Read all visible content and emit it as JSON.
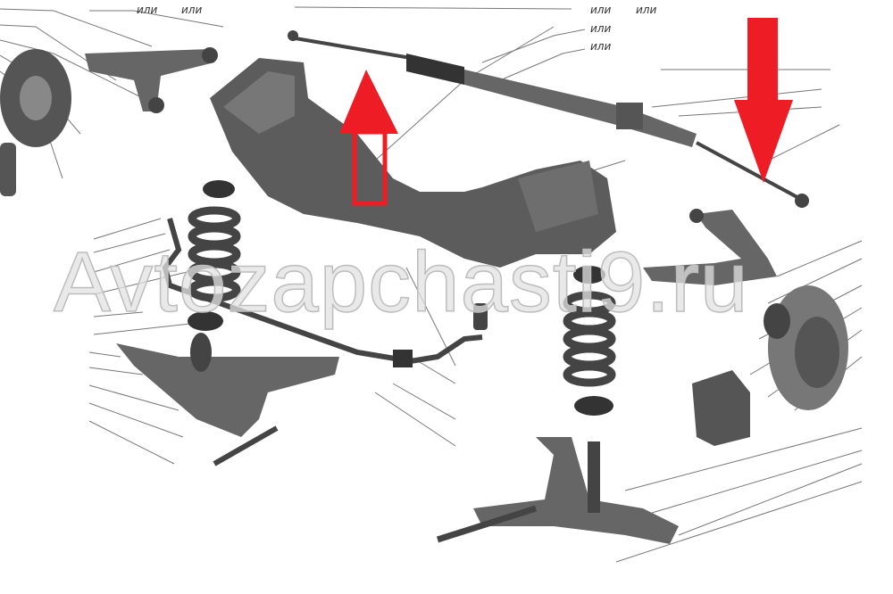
{
  "labels": {
    "or_text": "или",
    "alt_marks": [
      "или",
      "или",
      "или",
      "или",
      "или",
      "или"
    ]
  },
  "watermark": "Avtozapchasti9.ru",
  "colors": {
    "arrow": "#ee1c25",
    "part": "#5a5a5a",
    "part_dark": "#3a3a3a",
    "leader": "#666666"
  },
  "arrows": [
    {
      "name": "up-arrow",
      "direction": "up"
    },
    {
      "name": "down-arrow",
      "direction": "down"
    }
  ]
}
